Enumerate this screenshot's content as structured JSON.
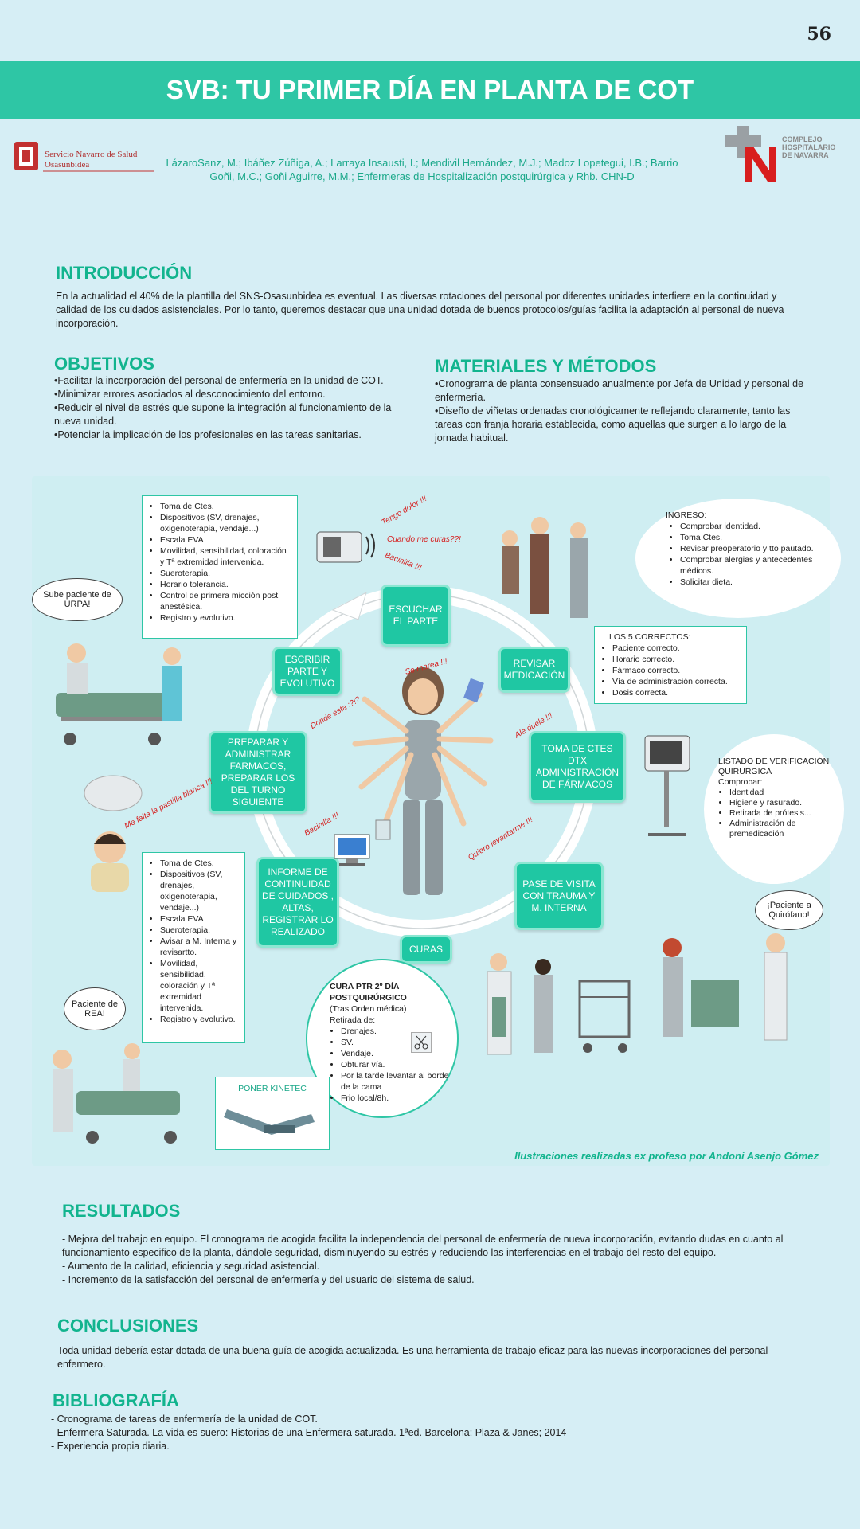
{
  "page_number": "56",
  "title": "SVB: TU PRIMER DÍA EN PLANTA DE COT",
  "logos": {
    "left": "Servicio Navarro de Salud Osasunbidea",
    "right": "COMPLEJO HOSPITALARIO DE NAVARRA"
  },
  "authors": "LázaroSanz, M.; Ibáñez Zúñiga, A.; Larraya Insausti, I.; Mendivil Hernández, M.J.; Madoz Lopetegui, I.B.; Barrio Goñi, M.C.; Goñi Aguirre, M.M.; Enfermeras de Hospitalización postquirúrgica y Rhb. CHN-D",
  "intro": {
    "heading": "INTRODUCCIÓN",
    "text": "En la actualidad el 40% de la plantilla del SNS-Osasunbidea es eventual. Las diversas rotaciones del personal por diferentes unidades interfiere en la continuidad y calidad de los cuidados asistenciales. Por lo tanto, queremos destacar que una unidad dotada de buenos protocolos/guías facilita la adaptación al personal de nueva incorporación."
  },
  "objetivos": {
    "heading": "OBJETIVOS",
    "items": [
      "•Facilitar la incorporación del personal de enfermería en la unidad de COT.",
      "•Minimizar errores asociados al desconocimiento del entorno.",
      "•Reducir el nivel de estrés que supone la integración al funcionamiento de la nueva unidad.",
      "•Potenciar la implicación de los profesionales en las tareas sanitarias."
    ]
  },
  "materiales": {
    "heading": "MATERIALES Y MÉTODOS",
    "items": [
      "•Cronograma de planta consensuado anualmente por Jefa de Unidad y personal de enfermería.",
      "•Diseño de viñetas ordenadas cronológicamente reflejando claramente, tanto las tareas con franja horaria establecida, como aquellas que surgen a lo largo de la jornada habitual."
    ]
  },
  "diagram": {
    "steps": {
      "escuchar": "ESCUCHAR EL PARTE",
      "revisar": "REVISAR MEDICACIÓN",
      "toma": "TOMA DE CTES DTX ADMINISTRACIÓN DE FÁRMACOS",
      "pase": "PASE DE VISITA CON TRAUMA Y M. INTERNA",
      "curas": "CURAS",
      "informe": "INFORME DE CONTINUIDAD DE CUIDADOS , ALTAS, REGISTRAR LO REALIZADO",
      "preparar": "PREPARAR Y ADMINISTRAR FARMACOS, PREPARAR LOS DEL TURNO SIGUIENTE",
      "escribir": "ESCRIBIR PARTE Y EVOLUTIVO"
    },
    "urpa_box": [
      "Toma de Ctes.",
      "Dispositivos (SV, drenajes, oxigenoterapia, vendaje...)",
      "Escala EVA",
      "Movilidad, sensibilidad, coloración y Tª extremidad intervenida.",
      "Sueroterapia.",
      "Horario tolerancia.",
      "Control de primera micción post anestésica.",
      "Registro y evolutivo."
    ],
    "rea_box": [
      "Toma de Ctes.",
      "Dispositivos (SV, drenajes, oxigenoterapia, vendaje...)",
      "Escala EVA",
      "Sueroterapia.",
      "Avisar a M. Interna y revisartto.",
      "Movilidad, sensibilidad, coloración y Tª extremidad intervenida.",
      "Registro y evolutivo."
    ],
    "ingreso": {
      "heading": "INGRESO:",
      "items": [
        "Comprobar identidad.",
        "Toma Ctes.",
        "Revisar preoperatorio y tto pautado.",
        "Comprobar alergias y antecedentes médicos.",
        "Solicitar dieta."
      ]
    },
    "correctos": {
      "heading": "LOS 5 CORRECTOS:",
      "items": [
        "Paciente correcto.",
        "Horario correcto.",
        "Fármaco correcto.",
        "Vía de administración correcta.",
        "Dosis correcta."
      ]
    },
    "listado": {
      "heading": "LISTADO DE VERIFICACIÓN QUIRURGICA",
      "sub": "Comprobar:",
      "items": [
        "Identidad",
        "Higiene y rasurado.",
        "Retirada de prótesis...",
        "Administración de premedicación"
      ]
    },
    "cura": {
      "heading": "CURA PTR 2º DÍA POSTQUIRÚRGICO",
      "sub1": "(Tras Orden médica)",
      "sub2": "Retirada de:",
      "items": [
        "Drenajes.",
        "SV.",
        "Vendaje.",
        "Obturar vía.",
        "Por la tarde levantar al borde de la cama",
        "Frio local/8h."
      ]
    },
    "kinetec": "PONER KINETEC",
    "bubbles": {
      "urpa": "Sube paciente de URPA!",
      "rea": "Paciente de REA!",
      "quirofano": "¡Paciente a Quirófano!"
    },
    "exclaims": {
      "dolor": "Tengo dolor !!!",
      "curas": "Cuando me curas??!",
      "bacinilla1": "Bacinilla !!!",
      "marea": "Se marea !!!",
      "donde": "Donde esta ;?!?",
      "duele": "Ale duele !!!",
      "pastilla": "Me falta la pastilla blanca !!!",
      "bacinilla2": "Bacinilla !!!",
      "levantarme": "Quiero levantarme !!!"
    },
    "credit": "Ilustraciones realizadas ex profeso por Andoni Asenjo Gómez"
  },
  "resultados": {
    "heading": "RESULTADOS",
    "items": [
      "- Mejora del trabajo en equipo. El cronograma de acogida facilita la independencia del personal de enfermería de nueva incorporación, evitando dudas en cuanto al funcionamiento especifico de la planta, dándole seguridad, disminuyendo su estrés y reduciendo las interferencias en el trabajo del resto del equipo.",
      "- Aumento de la calidad, eficiencia y seguridad asistencial.",
      "- Incremento de la satisfacción del personal de enfermería y del usuario del sistema de salud."
    ]
  },
  "conclusiones": {
    "heading": "CONCLUSIONES",
    "text": "Toda unidad debería estar dotada de una buena guía de acogida actualizada. Es una herramienta de trabajo eficaz para las nuevas incorporaciones del personal enfermero."
  },
  "bibliografia": {
    "heading": "BIBLIOGRAFÍA",
    "items": [
      "- Cronograma de tareas de enfermería de la unidad de COT.",
      "- Enfermera Saturada. La vida es suero: Historias de una Enfermera saturada. 1ªed. Barcelona: Plaza & Janes; 2014",
      "- Experiencia propia diaria."
    ]
  },
  "colors": {
    "accent": "#2ec6a5",
    "heading": "#12b48e",
    "background": "#d6eef5",
    "alert": "#d62020"
  }
}
